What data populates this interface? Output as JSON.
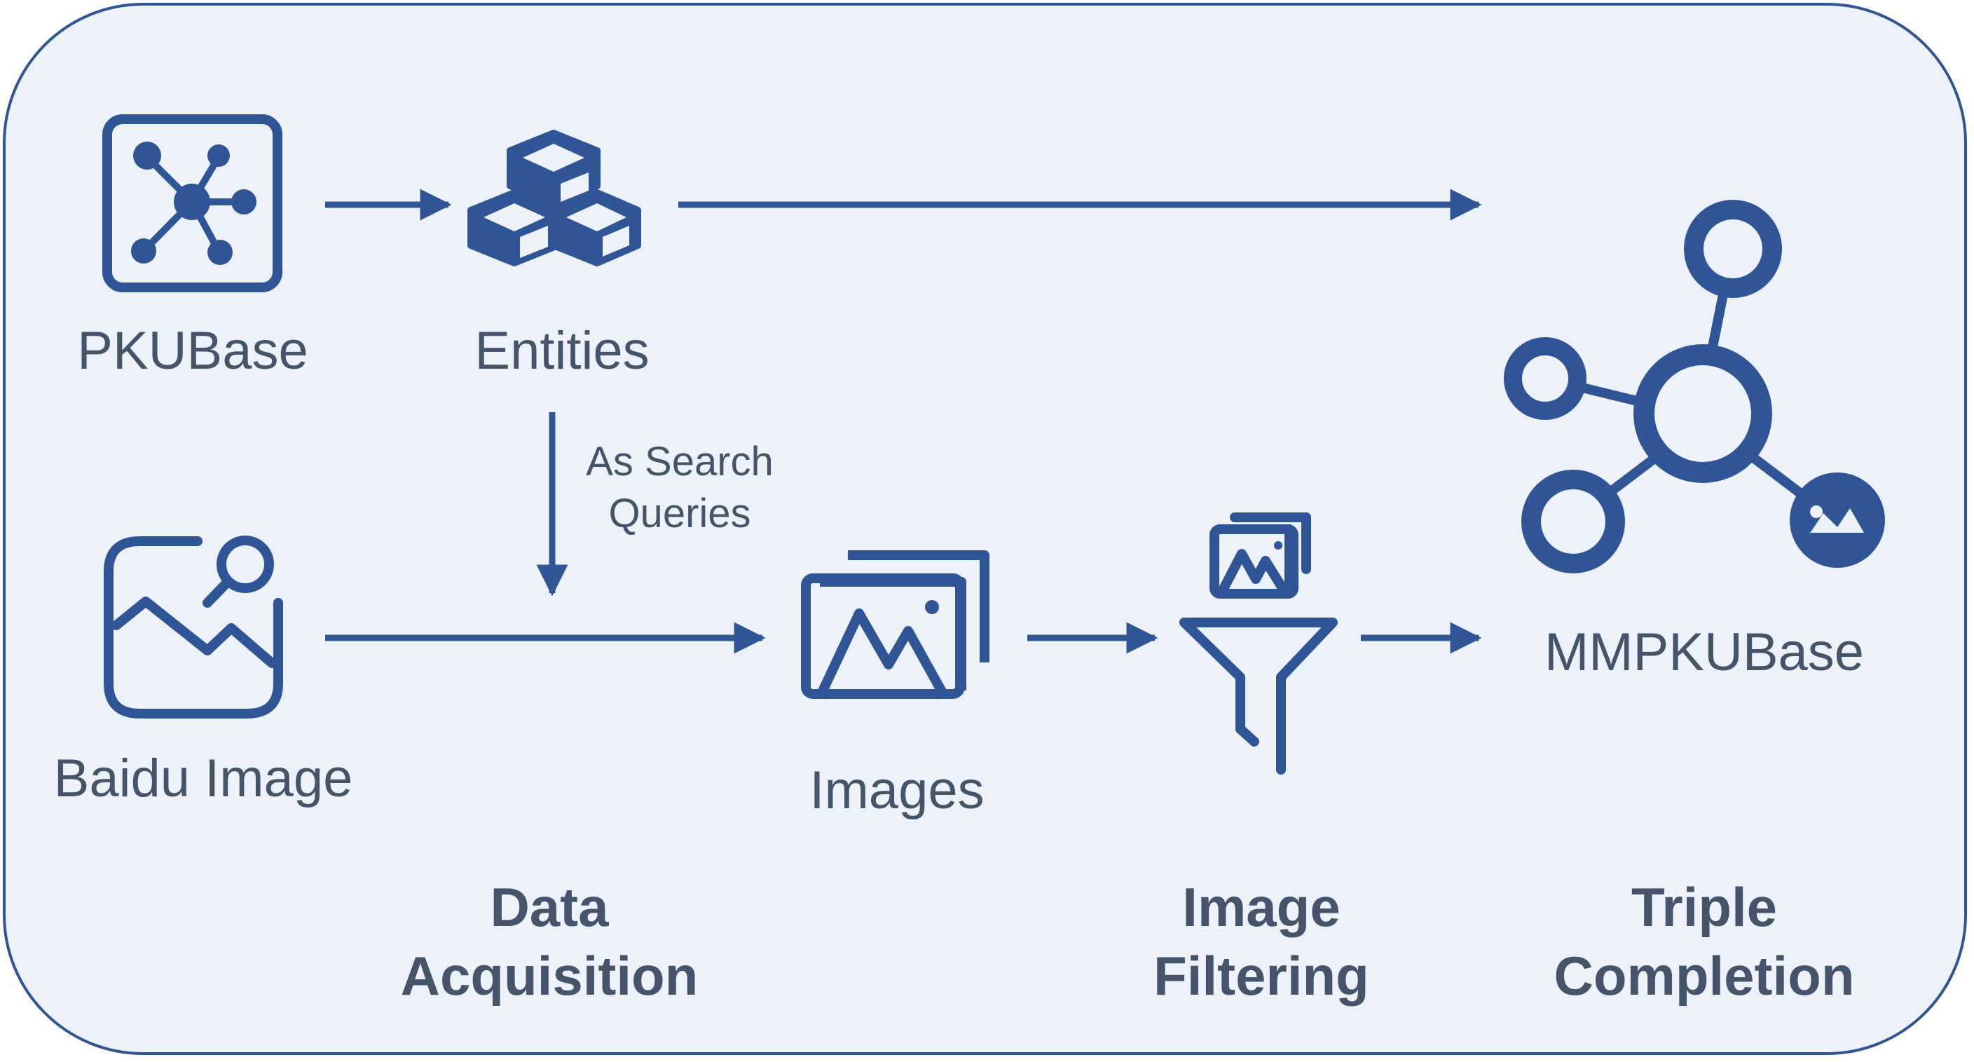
{
  "nodes": {
    "pkubase": {
      "label": "PKUBase",
      "icon": "knowledge-graph-box-icon"
    },
    "entities": {
      "label": "Entities",
      "icon": "cubes-icon"
    },
    "baidu_image": {
      "label": "Baidu Image",
      "icon": "image-search-icon"
    },
    "images": {
      "label": "Images",
      "icon": "image-stack-icon"
    },
    "filter": {
      "label": "",
      "icon": "funnel-filter-icon"
    },
    "mmpkubase": {
      "label": "MMPKUBase",
      "icon": "multimodal-graph-icon"
    }
  },
  "edges": {
    "entities_to_images": {
      "line1": "As Search",
      "line2": "Queries"
    }
  },
  "stages": {
    "data_acquisition": {
      "line1": "Data",
      "line2": "Acquisition"
    },
    "image_filtering": {
      "line1": "Image",
      "line2": "Filtering"
    },
    "triple_completion": {
      "line1": "Triple",
      "line2": "Completion"
    }
  },
  "colors": {
    "accent": "#2f5597",
    "text": "#44546a",
    "background": "#edf2fa"
  }
}
